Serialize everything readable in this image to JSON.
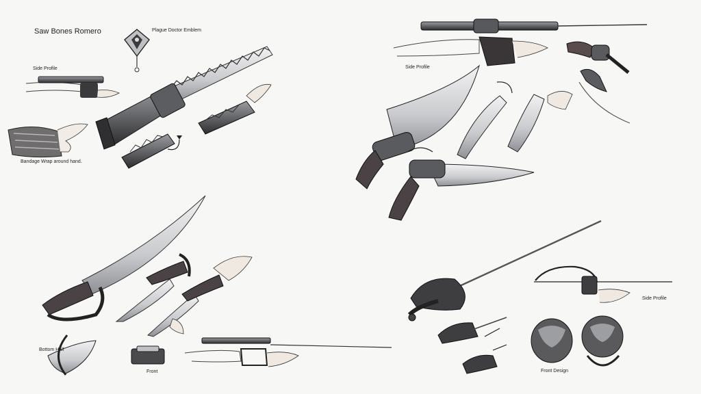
{
  "labels": {
    "title": "Saw Bones Romero",
    "plague_emblem": "Plague Doctor Emblem",
    "side_profile_1": "Side Profile",
    "bandage_wrap": "Bandage Wrap around hand.",
    "side_profile_2": "Side Profile",
    "bottom_half": "Bottom Half",
    "front": "Front",
    "side_profile_3": "Side Profile",
    "front_design": "Front Design"
  },
  "colors": {
    "paper": "#f7f7f6",
    "ink": "#1e1e1e",
    "metal_dark": "#3a3a3c",
    "metal_mid": "#8d8f93",
    "blade_light": "#d9dadc",
    "grip": "#4a4244"
  }
}
